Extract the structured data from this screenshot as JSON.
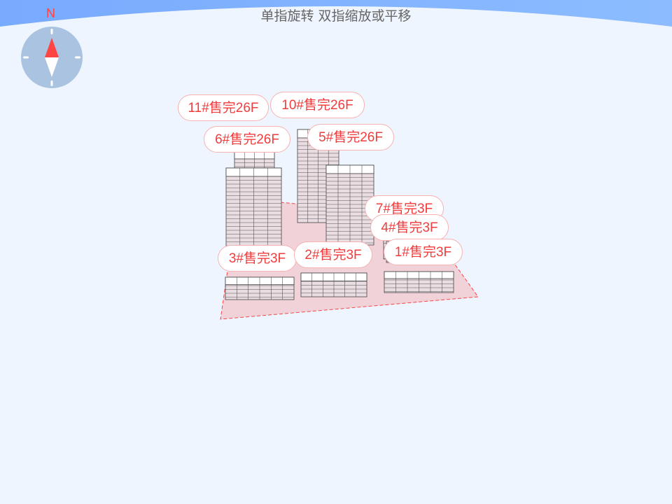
{
  "header": {
    "hint": "单指旋转 双指缩放或平移"
  },
  "compass": {
    "north_label": "N",
    "icon": "compass-icon"
  },
  "colors": {
    "accent": "#ff4444",
    "site": "#f0d2d8",
    "sky": "#7fb1ff",
    "background": "#eef5fe"
  },
  "buildings": [
    {
      "id": "11",
      "label": "11#售完26F"
    },
    {
      "id": "10",
      "label": "10#售完26F"
    },
    {
      "id": "6",
      "label": "6#售完26F"
    },
    {
      "id": "5",
      "label": "5#售完26F"
    },
    {
      "id": "7",
      "label": "7#售完3F"
    },
    {
      "id": "4",
      "label": "4#售完3F"
    },
    {
      "id": "1",
      "label": "1#售完3F"
    },
    {
      "id": "3",
      "label": "3#售完3F"
    },
    {
      "id": "2",
      "label": "2#售完3F"
    }
  ]
}
